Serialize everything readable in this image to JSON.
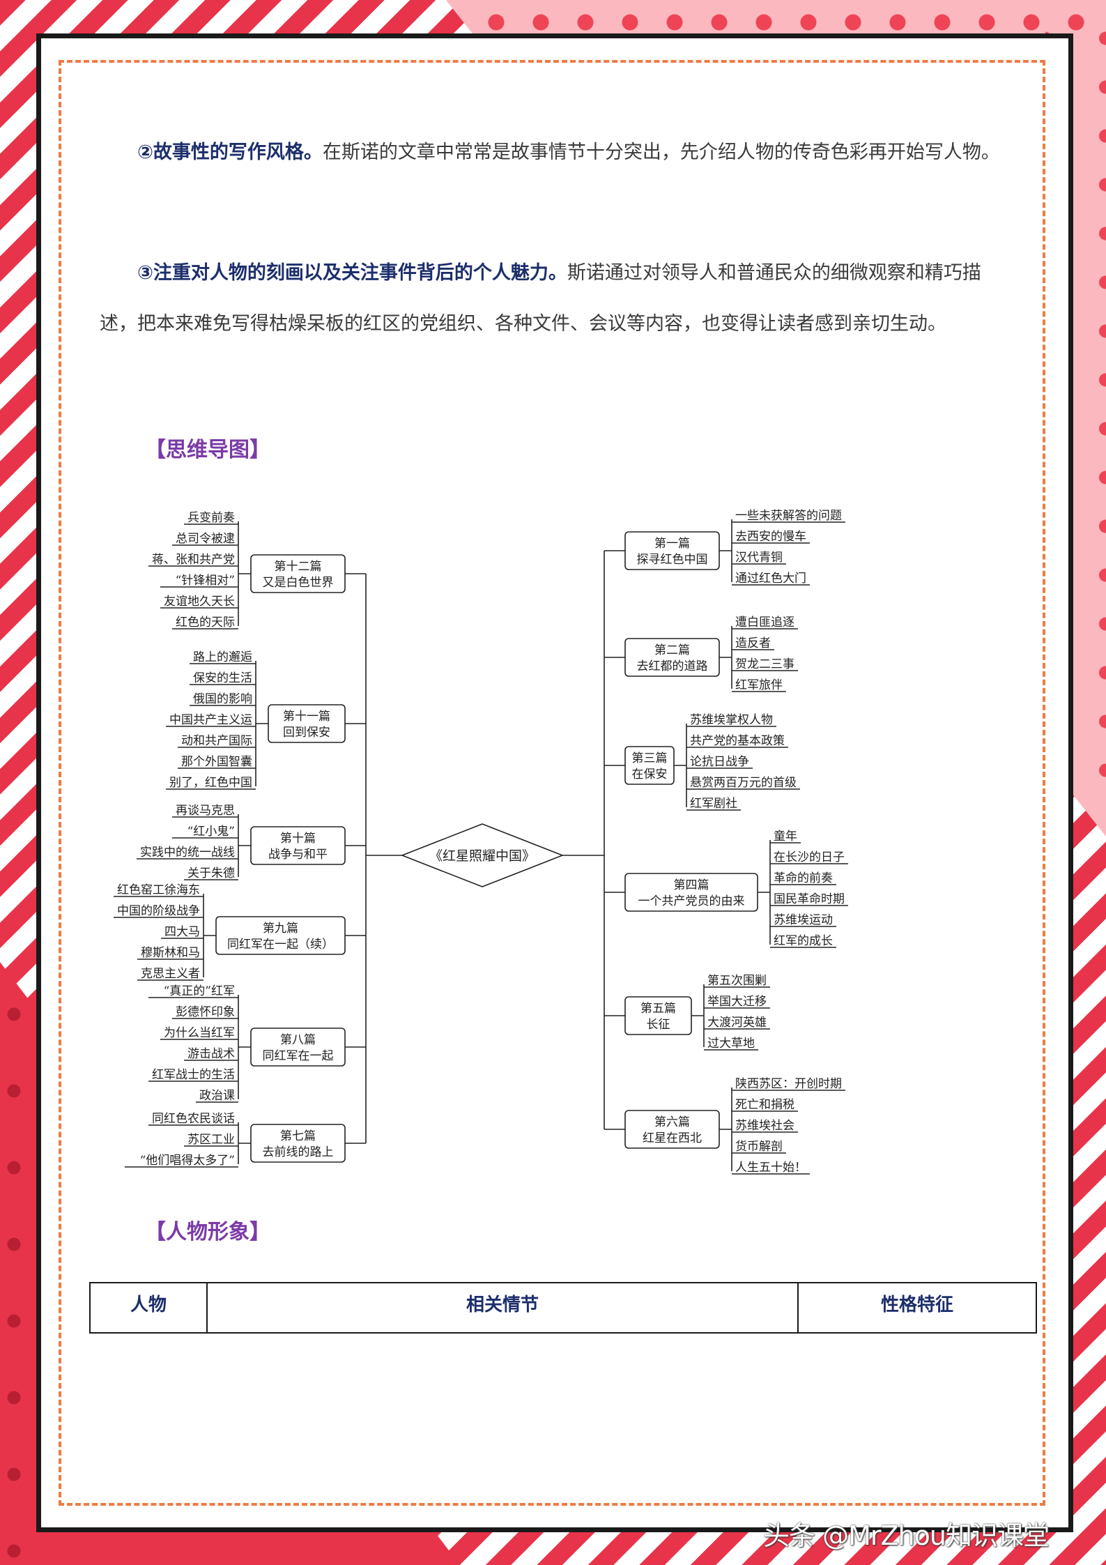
{
  "paragraphs": [
    {
      "lead": "②故事性的写作风格。",
      "text": "在斯诺的文章中常常是故事情节十分突出，先介绍人物的传奇色彩再开始写人物。"
    },
    {
      "lead": "③注重对人物的刻画以及关注事件背后的个人魅力。",
      "text": "斯诺通过对领导人和普通民众的细微观察和精巧描述，把本来难免写得枯燥呆板的红区的党组织、各种文件、会议等内容，也变得让读者感到亲切生动。"
    }
  ],
  "mindmap_title": "【思维导图】",
  "mindmap": {
    "center": "《红星照耀中国》",
    "left": [
      {
        "title": [
          "第十二篇",
          "又是白色世界"
        ],
        "items": [
          "兵变前奏",
          "总司令被逮",
          "蒋、张和共产党",
          "“针锋相对”",
          "友谊地久天长",
          "红色的天际"
        ]
      },
      {
        "title": [
          "第十一篇",
          "回到保安"
        ],
        "items": [
          "路上的邂逅",
          "保安的生活",
          "俄国的影响",
          "中国共产主义运",
          "动和共产国际",
          "那个外国智囊",
          "别了，红色中国"
        ]
      },
      {
        "title": [
          "第十篇",
          "战争与和平"
        ],
        "items": [
          "再谈马克思",
          "“红小鬼”",
          "实践中的统一战线",
          "关于朱德"
        ]
      },
      {
        "title": [
          "第九篇",
          "同红军在一起（续）"
        ],
        "items": [
          "红色窑工徐海东",
          "中国的阶级战争",
          "四大马",
          "穆斯林和马",
          "克思主义者"
        ]
      },
      {
        "title": [
          "第八篇",
          "同红军在一起"
        ],
        "items": [
          "“真正的”红军",
          "彭德怀印象",
          "为什么当红军",
          "游击战术",
          "红军战士的生活",
          "政治课"
        ]
      },
      {
        "title": [
          "第七篇",
          "去前线的路上"
        ],
        "items": [
          "同红色农民谈话",
          "苏区工业",
          "“他们唱得太多了”"
        ]
      }
    ],
    "right": [
      {
        "title": [
          "第一篇",
          "探寻红色中国"
        ],
        "items": [
          "一些未获解答的问题",
          "去西安的慢车",
          "汉代青铜",
          "通过红色大门"
        ]
      },
      {
        "title": [
          "第二篇",
          "去红都的道路"
        ],
        "items": [
          "遭白匪追逐",
          "造反者",
          "贺龙二三事",
          "红军旅伴"
        ]
      },
      {
        "title": [
          "第三篇",
          "在保安"
        ],
        "items": [
          "苏维埃掌权人物",
          "共产党的基本政策",
          "论抗日战争",
          "悬赏两百万元的首级",
          "红军剧社"
        ]
      },
      {
        "title": [
          "第四篇",
          "一个共产党员的由来"
        ],
        "items": [
          "童年",
          "在长沙的日子",
          "革命的前奏",
          "国民革命时期",
          "苏维埃运动",
          "红军的成长"
        ]
      },
      {
        "title": [
          "第五篇",
          "长征"
        ],
        "items": [
          "第五次围剿",
          "举国大迁移",
          "大渡河英雄",
          "过大草地"
        ]
      },
      {
        "title": [
          "第六篇",
          "红星在西北"
        ],
        "items": [
          "陕西苏区：开创时期",
          "死亡和捐税",
          "苏维埃社会",
          "货币解剖",
          "人生五十始！"
        ]
      }
    ]
  },
  "characters_title": "【人物形象】",
  "table_headers": [
    "人物",
    "相关情节",
    "性格特征"
  ],
  "watermark": "头条 @MrZhou知识课堂",
  "colors": {
    "accent_red": "#e8344a",
    "title_purple": "#7b3aa8",
    "heading_navy": "#1c2e6b",
    "dashed_orange": "#ee7b45"
  }
}
